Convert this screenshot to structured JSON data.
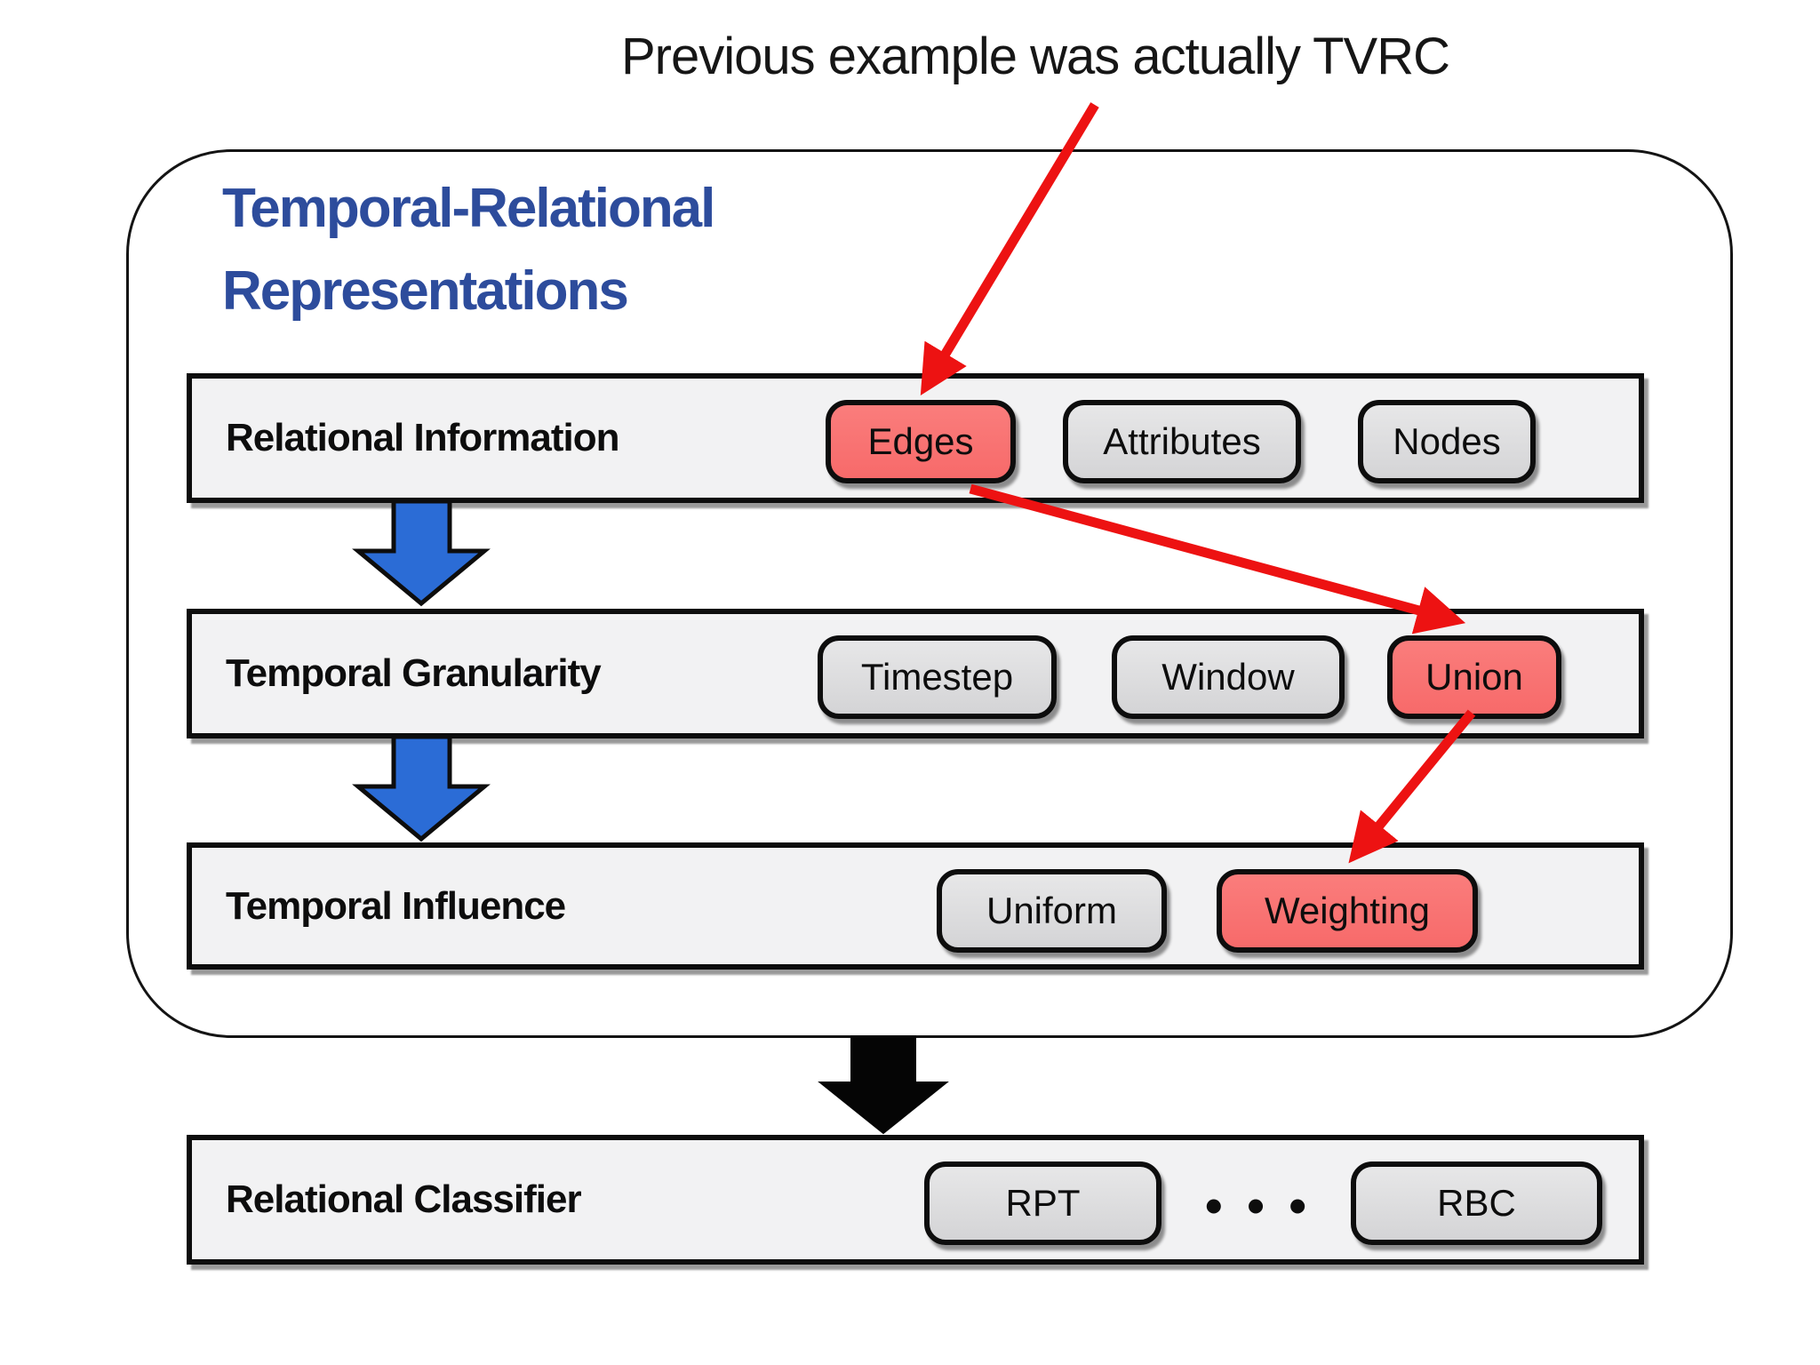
{
  "annotation": {
    "caption": "Previous example was actually TVRC"
  },
  "panel": {
    "title_line1": "Temporal-Relational",
    "title_line2": "Representations"
  },
  "rows": [
    {
      "label": "Relational Information",
      "pills": [
        {
          "label": "Edges",
          "highlighted": true
        },
        {
          "label": "Attributes",
          "highlighted": false
        },
        {
          "label": "Nodes",
          "highlighted": false
        }
      ]
    },
    {
      "label": "Temporal Granularity",
      "pills": [
        {
          "label": "Timestep",
          "highlighted": false
        },
        {
          "label": "Window",
          "highlighted": false
        },
        {
          "label": "Union",
          "highlighted": true
        }
      ]
    },
    {
      "label": "Temporal Influence",
      "pills": [
        {
          "label": "Uniform",
          "highlighted": false
        },
        {
          "label": "Weighting",
          "highlighted": true
        }
      ]
    },
    {
      "label": "Relational Classifier",
      "pills": [
        {
          "label": "RPT",
          "highlighted": false
        },
        {
          "label": "RBC",
          "highlighted": false
        }
      ],
      "ellipsis": "• • •"
    }
  ],
  "colors": {
    "highlight_pill": "#F87070",
    "gray_pill": "#DBDBDD",
    "red_arrow": "#ED1212",
    "blue_arrow": "#2B6CD6",
    "title_blue": "#2D4C9C",
    "band_background": "#F2F2F3",
    "outline_black": "#0d0d0d"
  }
}
